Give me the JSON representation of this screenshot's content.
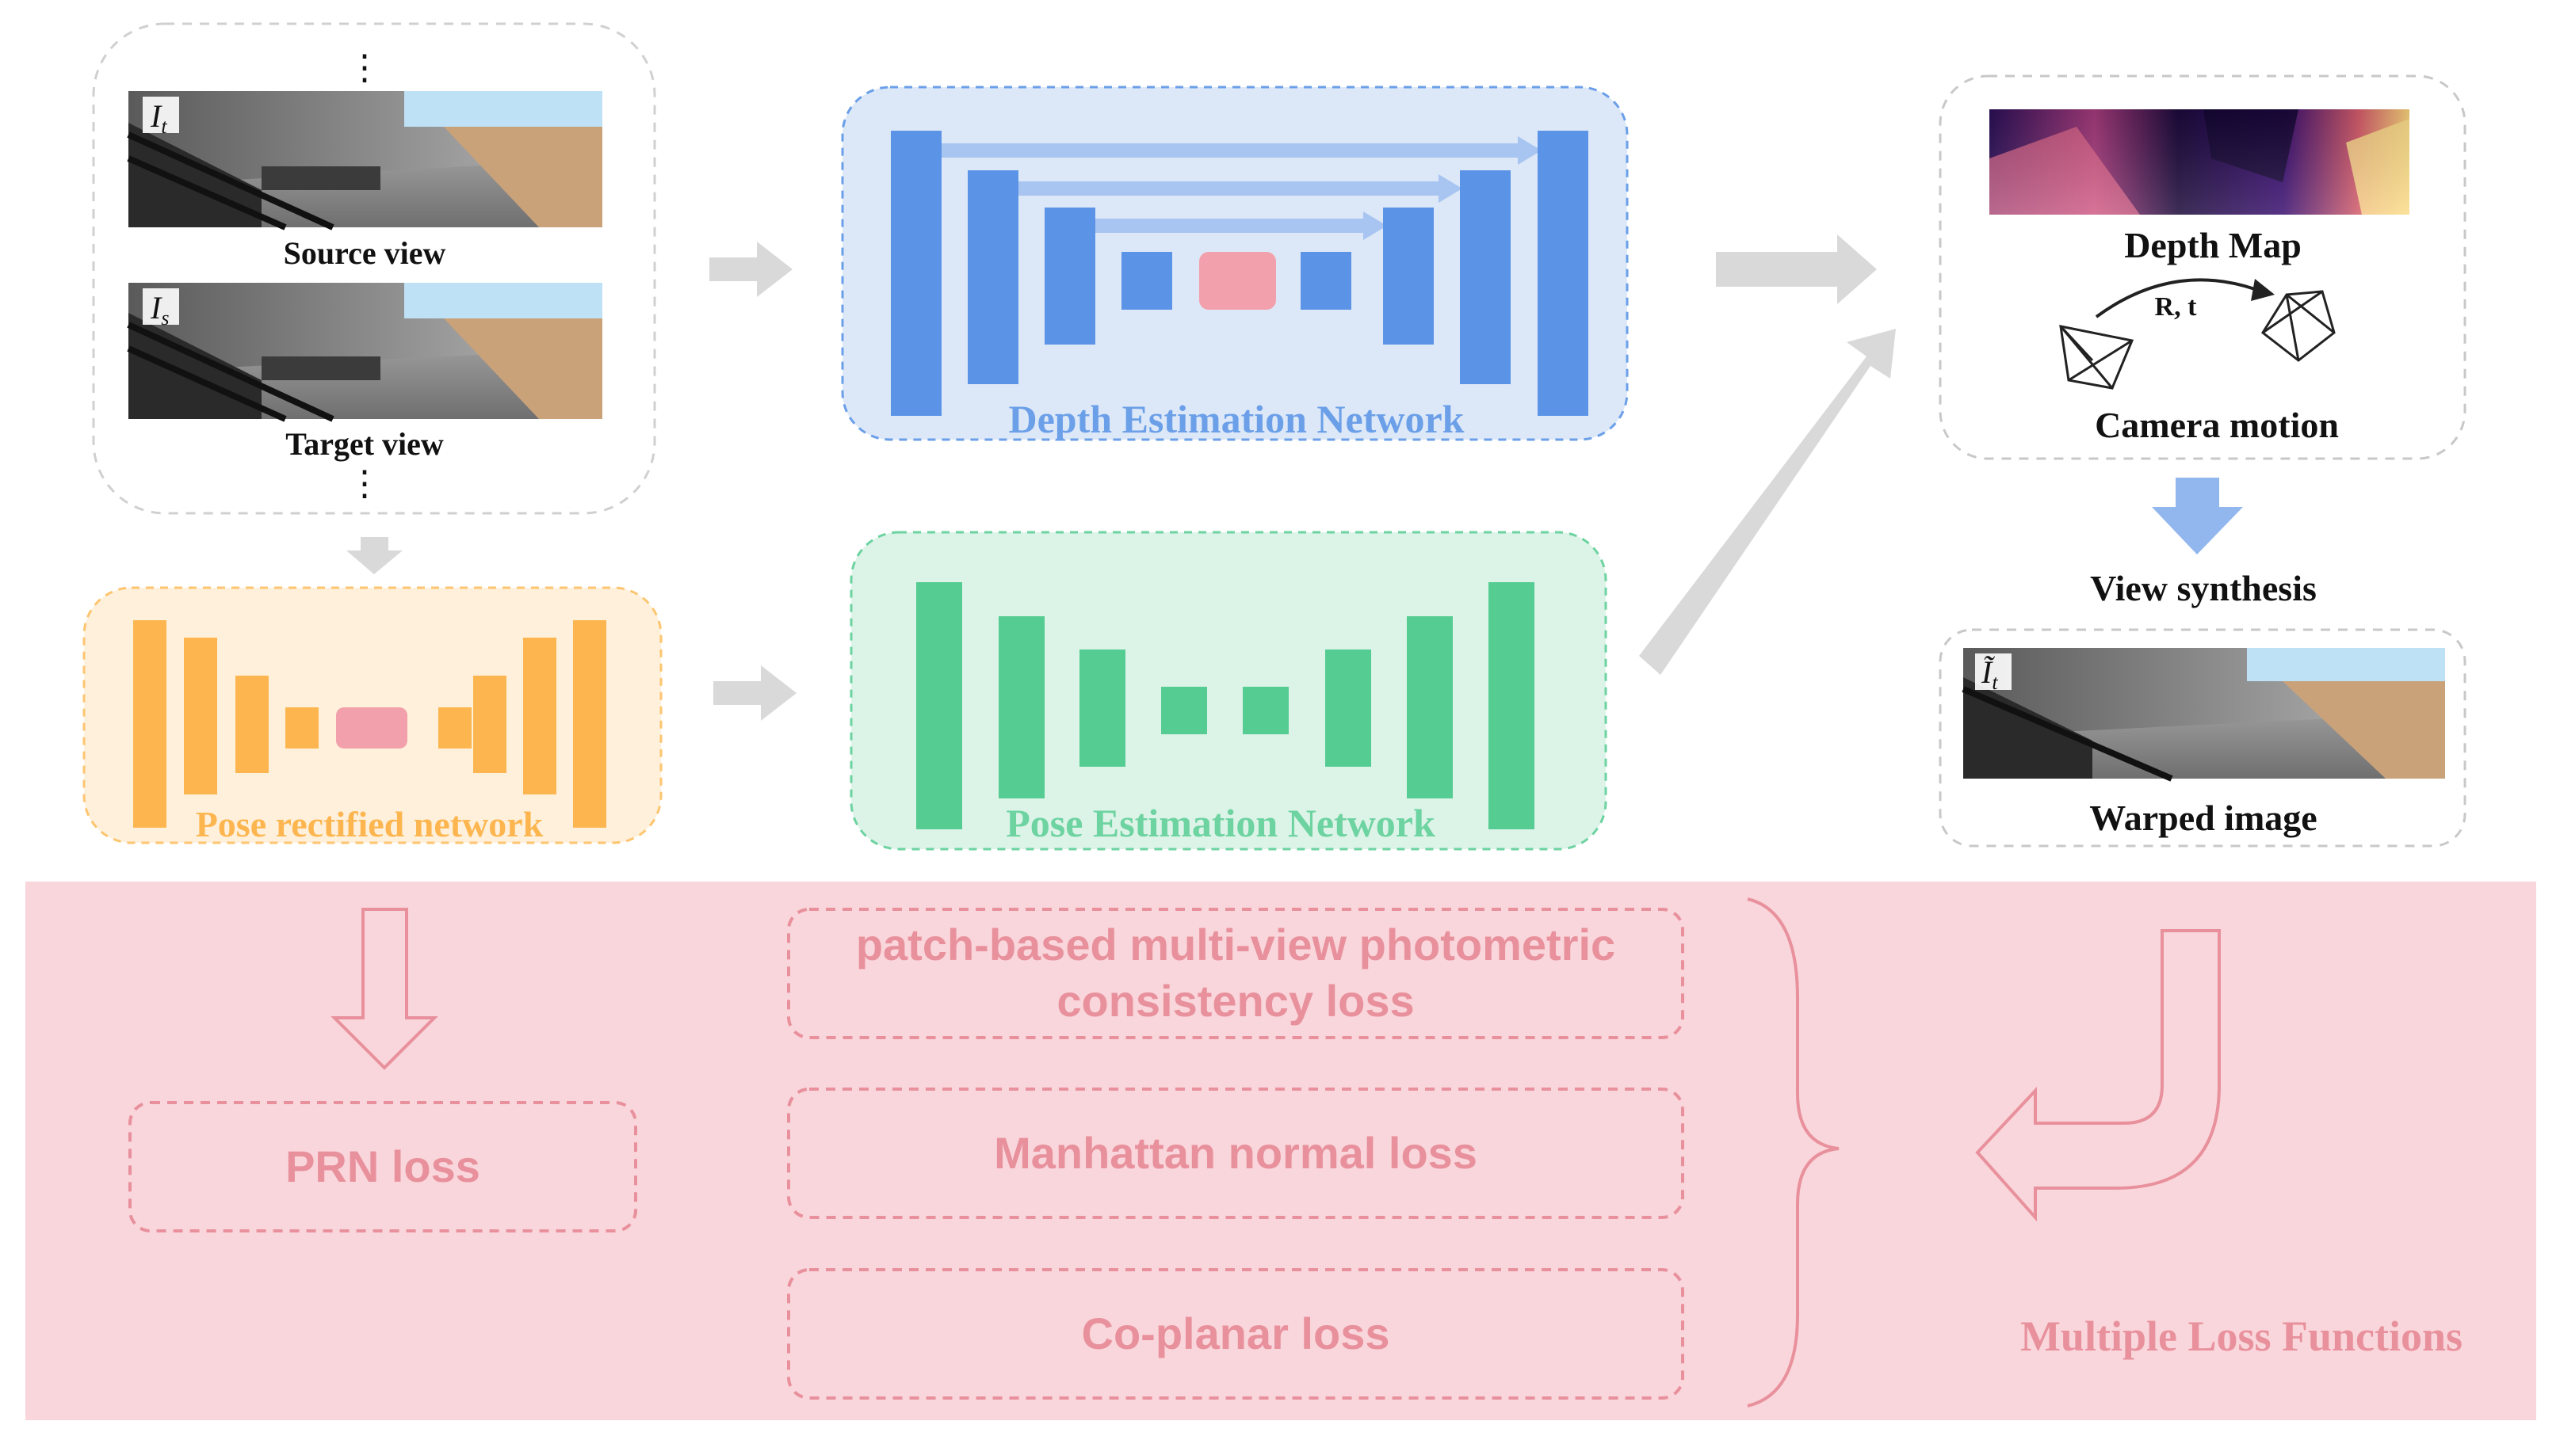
{
  "input_panel": {
    "vdots": "⋮",
    "source_symbol": "I",
    "source_subscript": "t",
    "source_label": "Source view",
    "target_symbol": "I",
    "target_subscript": "s",
    "target_label": "Target view"
  },
  "depth_network": {
    "label": "Depth Estimation Network"
  },
  "pose_network": {
    "label": "Pose Estimation Network"
  },
  "prn": {
    "label": "Pose rectified network"
  },
  "output_panel": {
    "depth_map_label": "Depth Map",
    "motion_annotation": "R, t",
    "camera_motion_label": "Camera motion",
    "view_synthesis_label": "View synthesis",
    "warped_symbol": "Ĩ",
    "warped_subscript": "t",
    "warped_label": "Warped image"
  },
  "losses": {
    "prn_loss": "PRN loss",
    "photometric_line1": "patch-based multi-view photometric",
    "photometric_line2": "consistency loss",
    "manhattan": "Manhattan normal loss",
    "coplanar": "Co-planar loss",
    "multiple_label": "Multiple Loss Functions"
  },
  "colors": {
    "depth_blue": "#5b93e6",
    "depth_panel": "#dce8f8",
    "pose_green": "#55cc92",
    "pose_panel": "#dcf3e8",
    "prn_orange": "#fdb64f",
    "prn_panel": "#fff0dc",
    "bottleneck_pink": "#f2a0ab",
    "loss_band": "#f9d6db",
    "loss_text": "#e8919d",
    "arrow_gray": "#d9d9d9",
    "view_arrow_blue": "#92b6ee"
  }
}
